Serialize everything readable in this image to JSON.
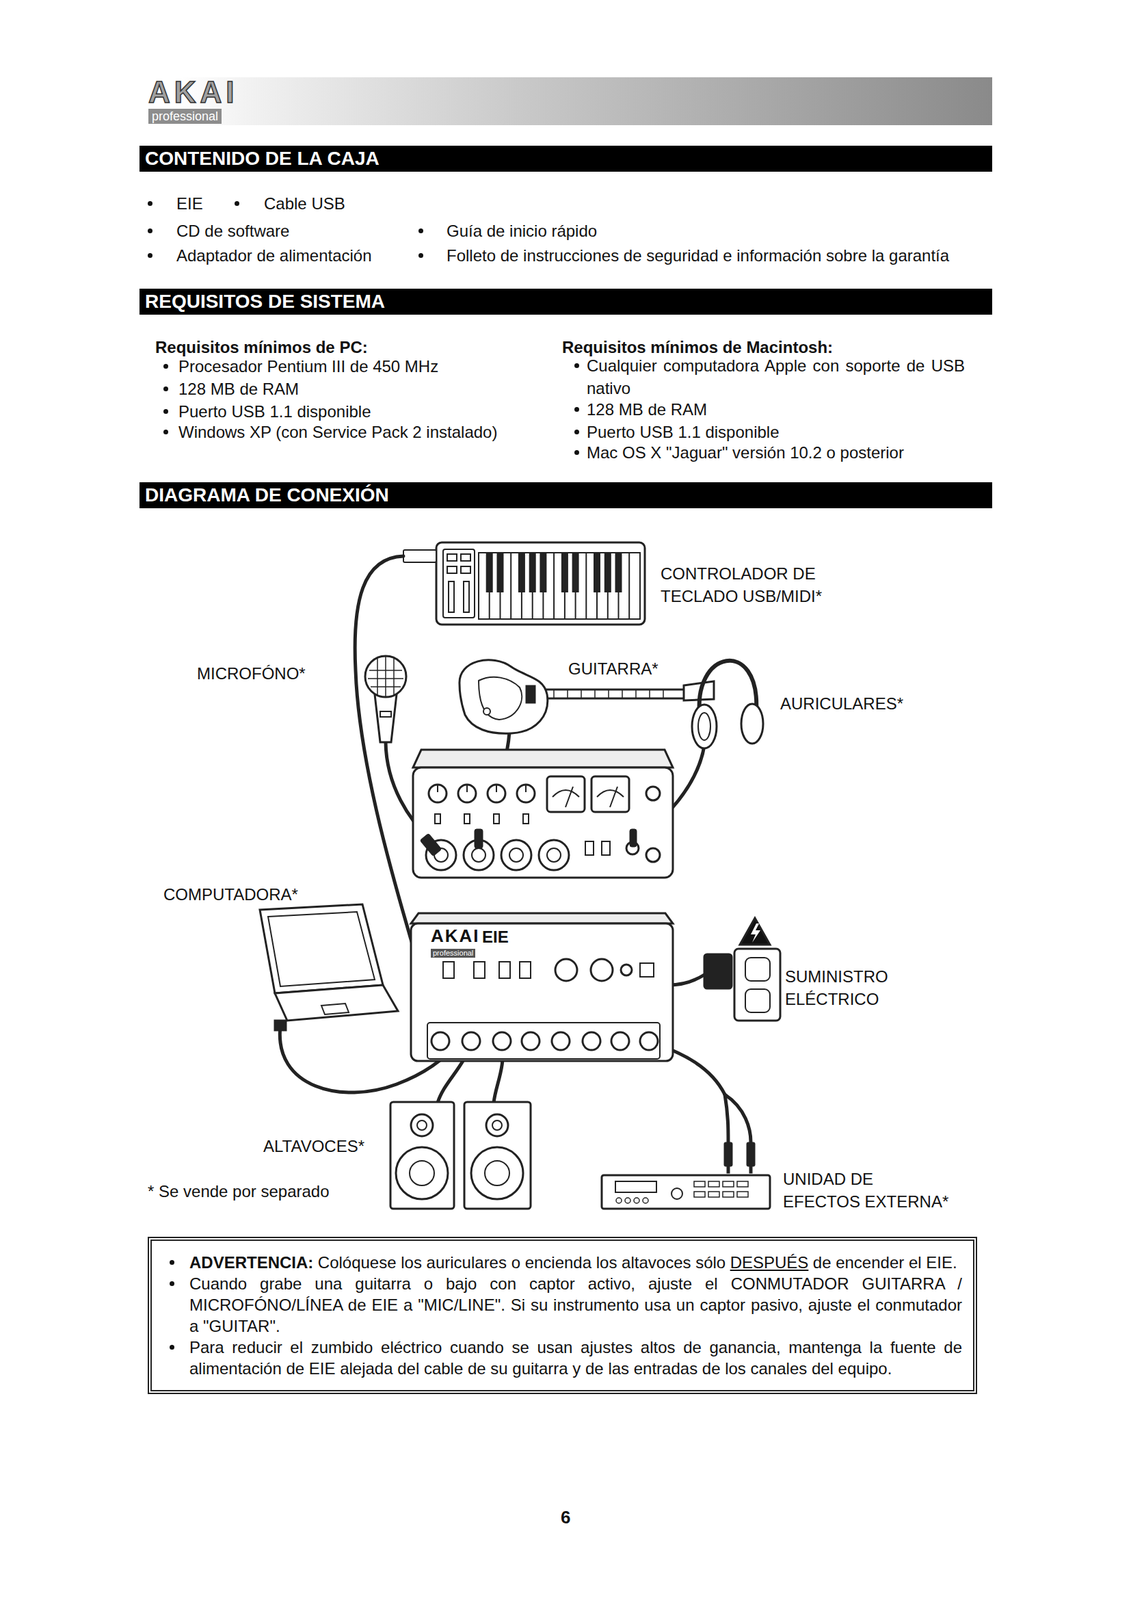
{
  "diagram": {
    "nodes": [
      {
        "text": [
          "AKAI",
          "professional"
        ]
      },
      {
        "text": [
          "CONTENIDO DE LA CAJA"
        ]
      },
      {
        "text": [
          "REQUISITOS DE SISTEMA"
        ]
      },
      {
        "text": [
          "DIAGRAMA DE CONEXIÓN"
        ]
      },
      {
        "text": [
          "ADVERTENCIA:",
          "Colóquese los auriculares o encienda los altavoces sólo",
          "DESPUÉS",
          "de encender el EIE.",
          "Cuando grabe una guitarra o bajo con captor activo, ajuste el CONMUTADOR GUITARRA / MICROFÓNO/LÍNEA de EIE a \"MIC/LINE\".  Si su instrumento usa un captor pasivo,  ajuste el conmutador a \"GUITAR\".",
          "Para reducir el zumbido eléctrico cuando se usan ajustes altos de ganancia, mantenga la fuente de alimentación de EIE alejada del cable de su guitarra y de las entradas de los canales del equipo."
        ]
      }
    ],
    "labels": [
      "EIE",
      "Cable USB",
      "CD de software",
      "Guía de inicio rápido",
      "Adaptador de alimentación",
      "Folleto de instrucciones de seguridad e información sobre la garantía",
      "Requisitos mínimos de PC:",
      "Procesador Pentium III de 450 MHz",
      "128 MB de RAM",
      "Puerto USB 1.1 disponible",
      "Windows XP (con Service Pack 2 instalado)",
      "Requisitos mínimos de Macintosh:",
      "Cualquier computadora Apple con soporte de USB nativo",
      "128 MB de RAM",
      "Puerto USB 1.1 disponible",
      "Mac OS X \"Jaguar\" versión 10.2 o posterior",
      "CONTROLADOR DE TECLADO USB/MIDI*",
      "MICROFÓNO*",
      "GUITARRA*",
      "AURICULARES*",
      "COMPUTADORA*",
      "SUMINISTRO ELÉCTRICO",
      "ALTAVOCES*",
      "* Se vende por separado",
      "UNIDAD DE EFECTOS EXTERNA*",
      "6",
      "AKAI",
      "professional",
      "EIE"
    ]
  }
}
